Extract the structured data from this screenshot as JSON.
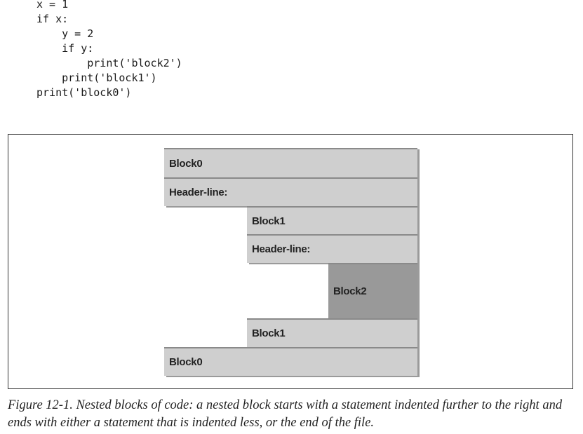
{
  "code": {
    "lines": [
      "x = 1",
      "if x:",
      "    y = 2",
      "    if y:",
      "        print('block2')",
      "    print('block1')",
      "print('block0')"
    ]
  },
  "figure": {
    "blocks": [
      {
        "label": "Block0"
      },
      {
        "label": "Header-line:"
      },
      {
        "label": "Block1"
      },
      {
        "label": "Header-line:"
      },
      {
        "label": "Block2"
      },
      {
        "label": "Block1"
      },
      {
        "label": "Block0"
      }
    ],
    "colors": {
      "block_fill": "#cfcfcf",
      "block2_fill": "#999999",
      "frame_border": "#333333"
    }
  },
  "caption": {
    "text": "Figure 12-1. Nested blocks of code: a nested block starts with a statement indented further to the right and ends with either a statement that is indented less, or the end of the file."
  }
}
